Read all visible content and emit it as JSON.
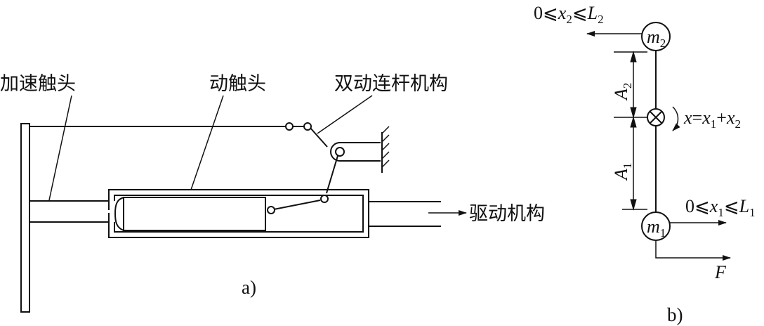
{
  "panel_a": {
    "labels": {
      "accel_contact": "加速触头",
      "moving_contact": "动触头",
      "linkage": "双动连杆机构",
      "drive": "驱动机构"
    },
    "caption": "a)"
  },
  "panel_b": {
    "m2": {
      "sym": "m",
      "sub": "2"
    },
    "m1": {
      "sym": "m",
      "sub": "1"
    },
    "x2_range": {
      "lead": "0⩽",
      "v1": "x",
      "s1": "2",
      "mid": "⩽",
      "v2": "L",
      "s2": "2"
    },
    "x1_range": {
      "lead": "0⩽",
      "v1": "x",
      "s1": "1",
      "mid": "⩽",
      "v2": "L",
      "s2": "1"
    },
    "x_eq": {
      "v0": "x",
      "eq": "=",
      "v1": "x",
      "s1": "1",
      "plus": "+",
      "v2": "x",
      "s2": "2"
    },
    "a2": {
      "sym": "A",
      "sub": "2"
    },
    "a1": {
      "sym": "A",
      "sub": "1"
    },
    "force": "F",
    "caption": "b)"
  }
}
